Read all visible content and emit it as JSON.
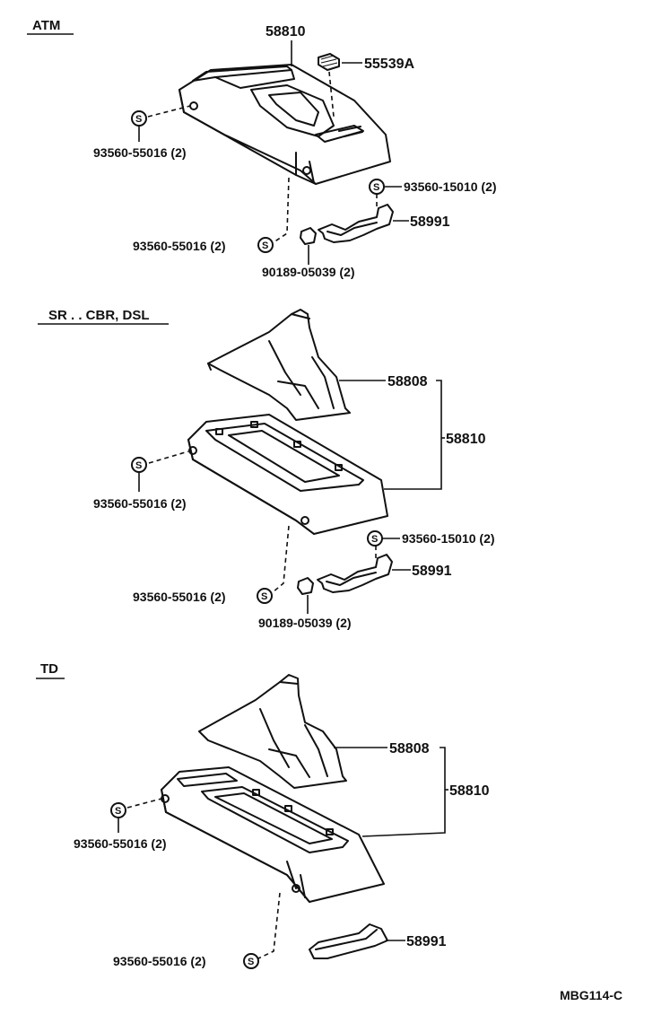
{
  "sections": [
    {
      "title": "ATM",
      "parts": {
        "console": "58810",
        "plug": "55539A",
        "bracket": "58991",
        "screw_left": "93560-55016 (2)",
        "screw_bottom": "93560-55016 (2)",
        "screw_right": "93560-15010 (2)",
        "clip": "90189-05039 (2)"
      }
    },
    {
      "title": "SR . . CBR, DSL",
      "parts": {
        "boot": "58808",
        "console": "58810",
        "bracket": "58991",
        "screw_left": "93560-55016 (2)",
        "screw_bottom": "93560-55016 (2)",
        "screw_right": "93560-15010 (2)",
        "clip": "90189-05039 (2)"
      }
    },
    {
      "title": "TD",
      "parts": {
        "boot": "58808",
        "console": "58810",
        "bracket": "58991",
        "screw_left": "93560-55016 (2)",
        "screw_bottom": "93560-55016 (2)"
      }
    }
  ],
  "screw_symbol": "S",
  "figure_ref": "MBG114-C"
}
